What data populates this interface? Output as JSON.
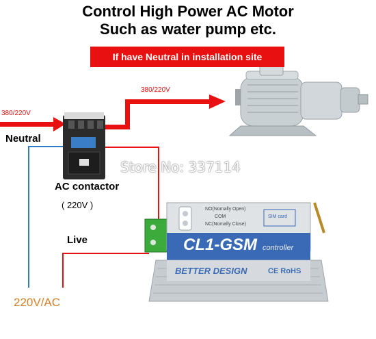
{
  "title": {
    "line1": "Control High Power AC Motor",
    "line2": "Such as water pump etc."
  },
  "banner": "If have Neutral in installation site",
  "watermark": "Store No: 337114",
  "labels": {
    "input_voltage": "380/220V",
    "motor_voltage": "380/220V",
    "neutral": "Neutral",
    "contactor": "AC contactor",
    "contactor_coil": "( 220V      )",
    "live": "Live",
    "supply": "220V/AC"
  },
  "controller": {
    "relay_no": "NO(Nomally Open)",
    "relay_com": "COM",
    "relay_nc": "NC(Nomally Close)",
    "sim_label": "SIM card",
    "model": "CL1-GSM",
    "model_sub": "controller",
    "brand": "BETTER DESIGN",
    "cert": "CE RoHS"
  },
  "colors": {
    "red_wire": "#e81010",
    "blue_wire": "#2a7bd1",
    "banner_bg": "#e81010",
    "supply_text": "#d4802a"
  }
}
